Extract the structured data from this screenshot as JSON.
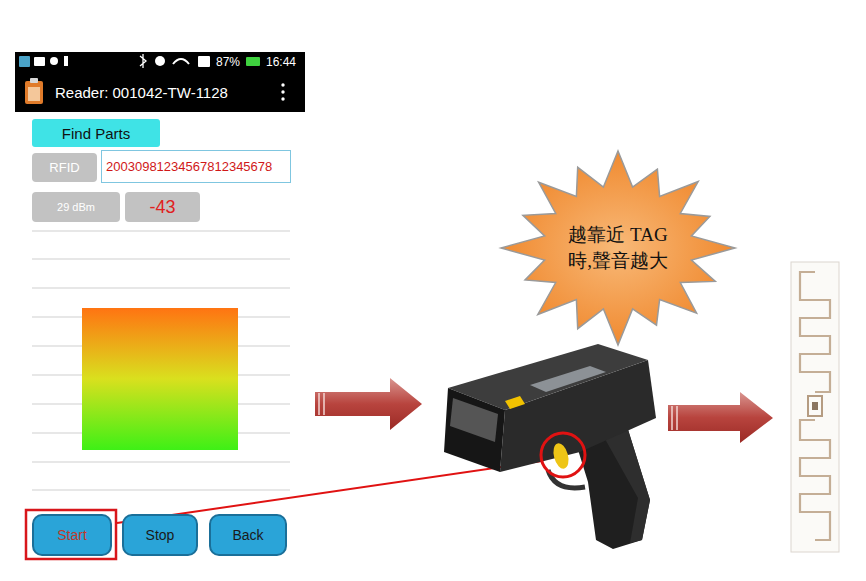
{
  "diagram": {
    "nodes": [
      {
        "text": [
          "Reader: 001042-TW-1128"
        ]
      },
      {
        "text": [
          "Find Parts"
        ]
      },
      {
        "text": [
          "RFID"
        ]
      },
      {
        "text": [
          "20030981234567812345678"
        ]
      },
      {
        "text": [
          "29 dBm"
        ]
      },
      {
        "text": [
          "-43"
        ]
      },
      {
        "text": [
          "Start"
        ]
      },
      {
        "text": [
          "Stop"
        ]
      },
      {
        "text": [
          "Back"
        ]
      },
      {
        "text": [
          "越靠近 TAG 時,聲音越大"
        ]
      }
    ],
    "labels": [
      "87%",
      "16:44"
    ]
  }
}
